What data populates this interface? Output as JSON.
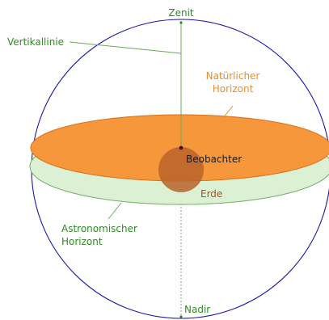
{
  "labels": {
    "zenit": "Zenit",
    "vertikallinie": "Vertikallinie",
    "natuerlicher_horizont_line1": "Natürlicher",
    "natuerlicher_horizont_line2": "Horizont",
    "beobachter": "Beobachter",
    "erde": "Erde",
    "astronomischer_horizont_line1": "Astronomischer",
    "astronomischer_horizont_line2": "Horizont",
    "nadir": "Nadir"
  },
  "colors": {
    "celestial_sphere": "#1a1aa8",
    "natural_horizon_fill": "#f5973a",
    "natural_horizon_stroke": "#d9701c",
    "natural_horizon_text": "#f08a24",
    "astronomical_horizon_fill": "#dcf0d4",
    "astronomical_horizon_stroke": "#6fb064",
    "green_text": "#2e8b22",
    "vertical_line": "#6aaa55",
    "earth_fill": "#b8632a",
    "earth_text": "#a85020",
    "observer_dot": "#4a0f0f",
    "nadir_line": "#999999"
  }
}
